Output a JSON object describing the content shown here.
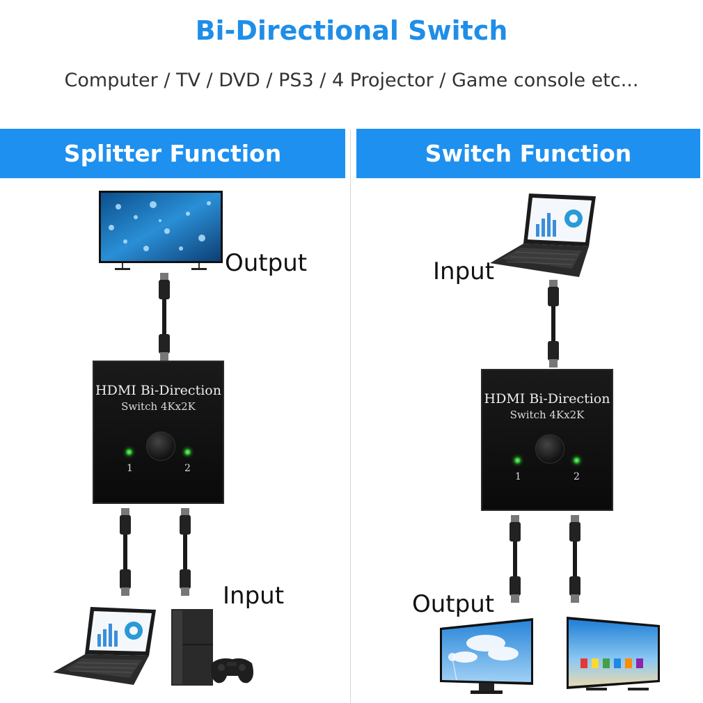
{
  "header": {
    "title": "Bi-Directional Switch",
    "subtitle": "Computer / TV / DVD / PS3 / 4 Projector / Game console etc..."
  },
  "splitter": {
    "heading": "Splitter Function",
    "output_label": "Output",
    "input_label": "Input"
  },
  "switch": {
    "heading": "Switch Function",
    "input_label": "Input",
    "output_label": "Output"
  },
  "device_box": {
    "line1": "HDMI Bi-Direction",
    "line2": "Switch  4Kx2K",
    "port1": "1",
    "port2": "2"
  },
  "colors": {
    "accent": "#1e90ef",
    "title": "#1f8ee8"
  },
  "icons": [
    "tv-icon",
    "laptop-icon",
    "game-console-icon",
    "gamepad-icon",
    "hdmi-cable-icon"
  ]
}
